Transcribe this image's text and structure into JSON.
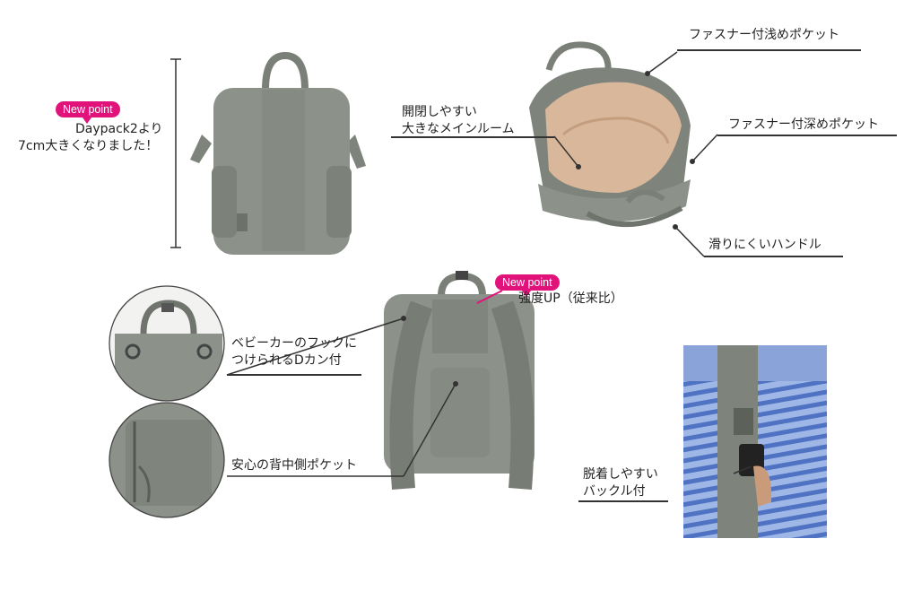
{
  "badges": {
    "size_badge": "New point",
    "strength_badge": "New point"
  },
  "labels": {
    "size_line1": "Daypack2より",
    "size_line2": "7cm大きくなりました！",
    "shallow_pocket": "ファスナー付浅めポケット",
    "main_room_line1": "開閉しやすい",
    "main_room_line2": "大きなメインルーム",
    "deep_pocket": "ファスナー付深めポケット",
    "handle": "滑りにくいハンドル",
    "strength": "強度UP（従来比）",
    "dring_line1": "ベビーカーのフックに",
    "dring_line2": "つけられるDカン付",
    "back_pocket": "安心の背中側ポケット",
    "buckle_line1": "脱着しやすい",
    "buckle_line2": "バックル付"
  },
  "colors": {
    "bag": "#8c9289",
    "bag_dark": "#6f756c",
    "lining": "#d9b79a",
    "accent": "#e1137b",
    "shirt": "#6d8fd0"
  }
}
